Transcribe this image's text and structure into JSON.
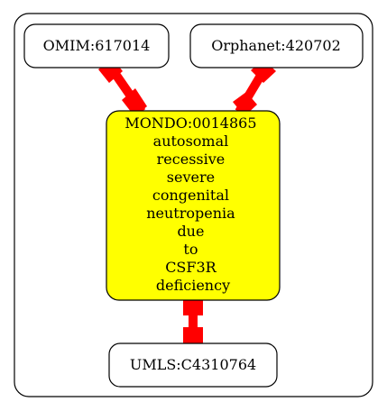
{
  "nodes": {
    "omim": {
      "label": "OMIM:617014"
    },
    "orphanet": {
      "label": "Orphanet:420702"
    },
    "mondo": {
      "label_lines": [
        "MONDO:0014865",
        "autosomal",
        "recessive",
        "severe",
        "congenital",
        "neutropenia",
        "due",
        "to",
        "CSF3R",
        "deficiency"
      ]
    },
    "umls": {
      "label": "UMLS:C4310764"
    }
  },
  "colors": {
    "mondo_fill": "#ffff00",
    "edge": "#ff0000",
    "border": "#000000"
  }
}
